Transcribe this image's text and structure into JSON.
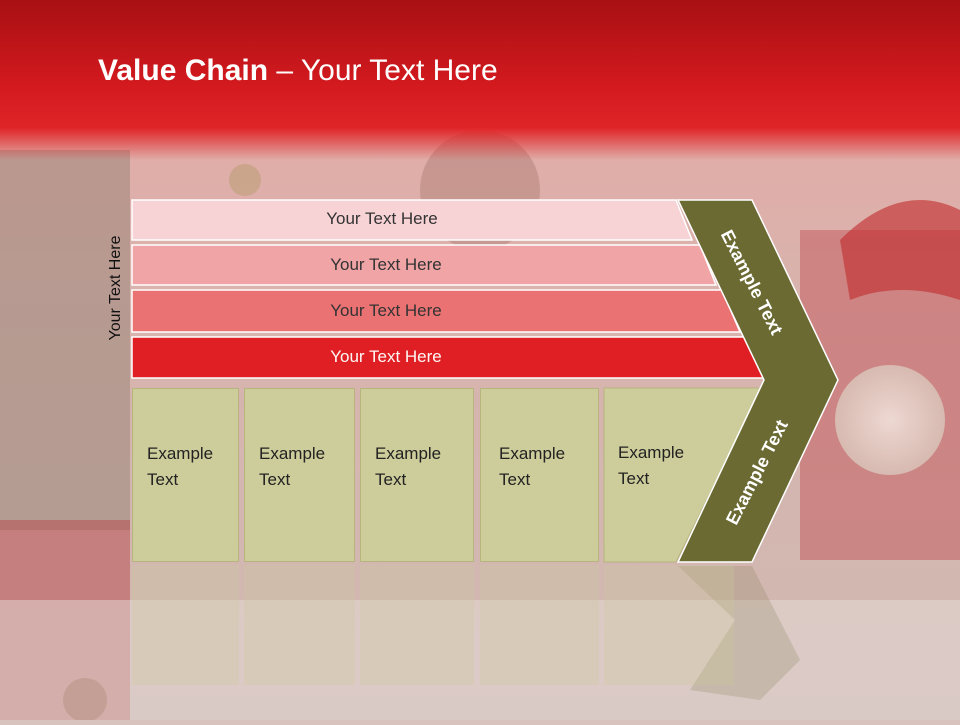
{
  "slide": {
    "title_bold": "Value Chain",
    "title_rest": " – Your Text Here",
    "side_label": "Your Text Here"
  },
  "bars": [
    {
      "label": "Your Text Here",
      "color": "#f8d3d6"
    },
    {
      "label": "Your Text Here",
      "color": "#f0a4a6"
    },
    {
      "label": "Your Text Here",
      "color": "#ea7273"
    },
    {
      "label": "Your Text Here",
      "color": "#e01f24"
    }
  ],
  "boxes": [
    {
      "line1": "Example",
      "line2": "Text"
    },
    {
      "line1": "Example",
      "line2": "Text"
    },
    {
      "line1": "Example",
      "line2": "Text"
    },
    {
      "line1": "Example",
      "line2": "Text"
    },
    {
      "line1": "Example",
      "line2": "Text"
    }
  ],
  "chevron": {
    "upper_label": "Example Text",
    "lower_label": "Example Text",
    "color": "#6b6a33"
  },
  "colors": {
    "box_fill": "#cdcc9b",
    "header_red": "#d41a1f"
  }
}
